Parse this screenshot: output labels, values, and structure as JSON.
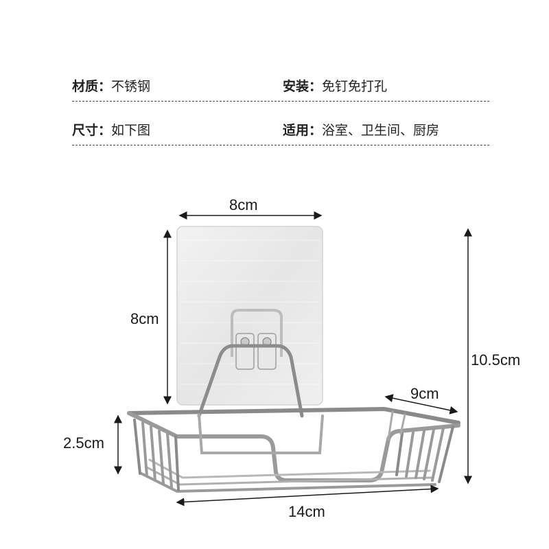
{
  "specs": [
    {
      "label": "材质：",
      "value": "不锈钢"
    },
    {
      "label": "安装：",
      "value": "免钉免打孔"
    },
    {
      "label": "尺寸：",
      "value": "如下图"
    },
    {
      "label": "适用：",
      "value": "浴室、卫生间、厨房"
    }
  ],
  "dimensions": {
    "plate_width": "8cm",
    "plate_height": "8cm",
    "total_height": "10.5cm",
    "depth": "9cm",
    "basket_height": "2.5cm",
    "basket_width": "14cm"
  }
}
